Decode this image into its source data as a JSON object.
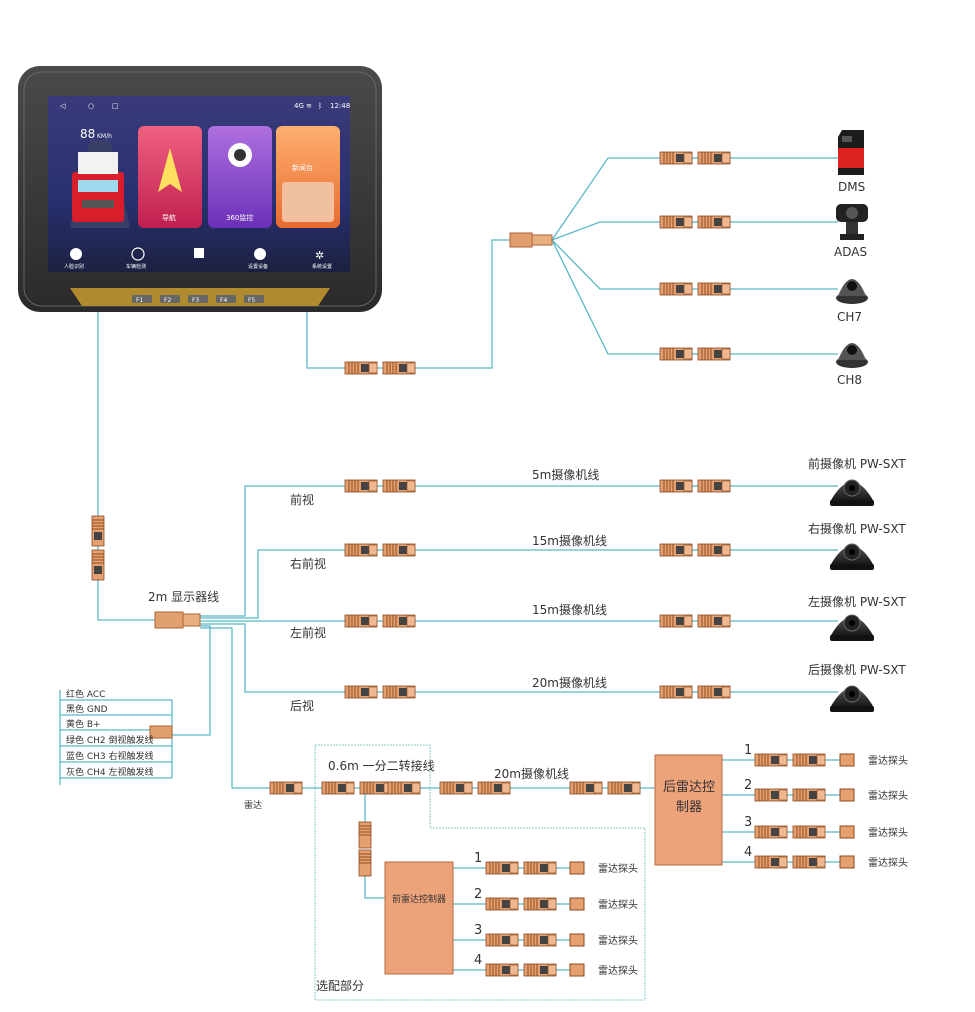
{
  "monitor": {
    "speed_value": "88",
    "speed_unit": "KM/h",
    "network": "4G",
    "time": "12:48",
    "tiles": [
      {
        "label": "导航"
      },
      {
        "label": "360监控"
      },
      {
        "label": "新闻台"
      }
    ],
    "bottom_icons": [
      {
        "label": "人脸识别"
      },
      {
        "label": "车辆检测"
      },
      {
        "label": ""
      },
      {
        "label": "设置设备"
      },
      {
        "label": "系统设置"
      }
    ],
    "fkeys": [
      "F1",
      "F2",
      "F3",
      "F4",
      "F5"
    ]
  },
  "top_cameras": [
    {
      "label": "DMS"
    },
    {
      "label": "ADAS"
    },
    {
      "label": "CH7"
    },
    {
      "label": "CH8"
    }
  ],
  "main_channels": [
    {
      "view": "前视",
      "cable": "5m摄像机线",
      "camera": "前摄像机 PW-SXT"
    },
    {
      "view": "右前视",
      "cable": "15m摄像机线",
      "camera": "右摄像机 PW-SXT"
    },
    {
      "view": "左前视",
      "cable": "15m摄像机线",
      "camera": "左摄像机 PW-SXT"
    },
    {
      "view": "后视",
      "cable": "20m摄像机线",
      "camera": "后摄像机 PW-SXT"
    }
  ],
  "display_cable": "2m 显示器线",
  "power_wires": [
    {
      "label": "红色 ACC"
    },
    {
      "label": "黑色 GND"
    },
    {
      "label": "黄色 B+"
    },
    {
      "label": "绿色 CH2 倒视触发线"
    },
    {
      "label": "蓝色 CH3 右视触发线"
    },
    {
      "label": "灰色 CH4 左视触发线"
    }
  ],
  "radar": {
    "radar_label": "雷达",
    "splitter_label": "0.6m 一分二转接线",
    "cable_label": "20m摄像机线",
    "rear_controller": "后雷达控制器",
    "front_controller": "前雷达控制器",
    "optional_label": "选配部分",
    "probe_label": "雷达探头",
    "probe_numbers": [
      "1",
      "2",
      "3",
      "4"
    ]
  }
}
